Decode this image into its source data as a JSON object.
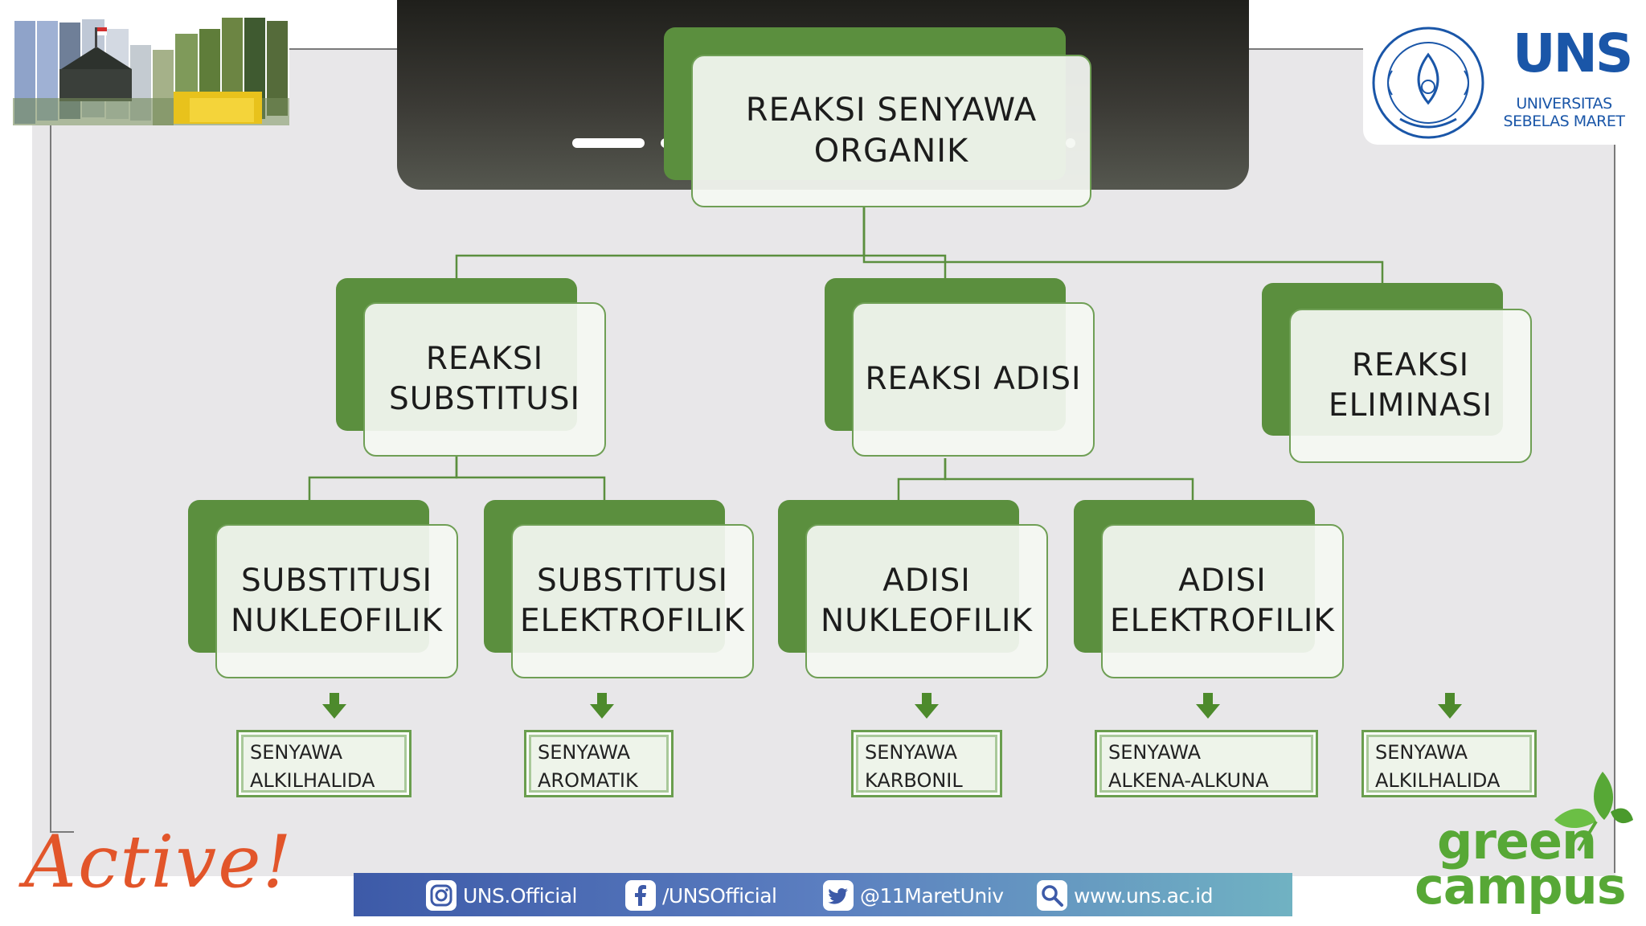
{
  "diagram": {
    "root": "REAKSI SENYAWA\nORGANIK",
    "level1": {
      "substitution": "REAKSI\nSUBSTITUSI",
      "addition": "REAKSI ADISI",
      "elimination": "REAKSI\nELIMINASI"
    },
    "level2": {
      "sub_nucleophilic": "SUBSTITUSI\nNUKLEOFILIK",
      "sub_electrophilic": "SUBSTITUSI\nELEKTROFILIK",
      "add_nucleophilic": "ADISI\nNUKLEOFILIK",
      "add_electrophilic": "ADISI\nELEKTROFILIK"
    },
    "compounds": {
      "alkyl_halide_1": "SENYAWA\nALKILHALIDA",
      "aromatic": "SENYAWA\nAROMATIK",
      "carbonyl": "SENYAWA\nKARBONIL",
      "alkene_alkyne": "SENYAWA\nALKENA-ALKUNA",
      "alkyl_halide_2": "SENYAWA\nALKILHALIDA"
    }
  },
  "branding": {
    "logo_text": "UNS",
    "logo_line1": "UNIVERSITAS",
    "logo_line2": "SEBELAS MARET",
    "active_text": "Active!",
    "green_text": "green",
    "campus_text": "campus"
  },
  "footer": {
    "instagram": "UNS.Official",
    "facebook": "/UNSOfficial",
    "twitter": "@11MaretUniv",
    "website": "www.uns.ac.id"
  },
  "colors": {
    "node_green": "#5b8f3e",
    "card_fill": "#f4f7f2",
    "connector": "#5b8f3e",
    "uns_blue": "#1a56a8",
    "active_orange": "#e2552a",
    "campus_green": "#57a836"
  }
}
